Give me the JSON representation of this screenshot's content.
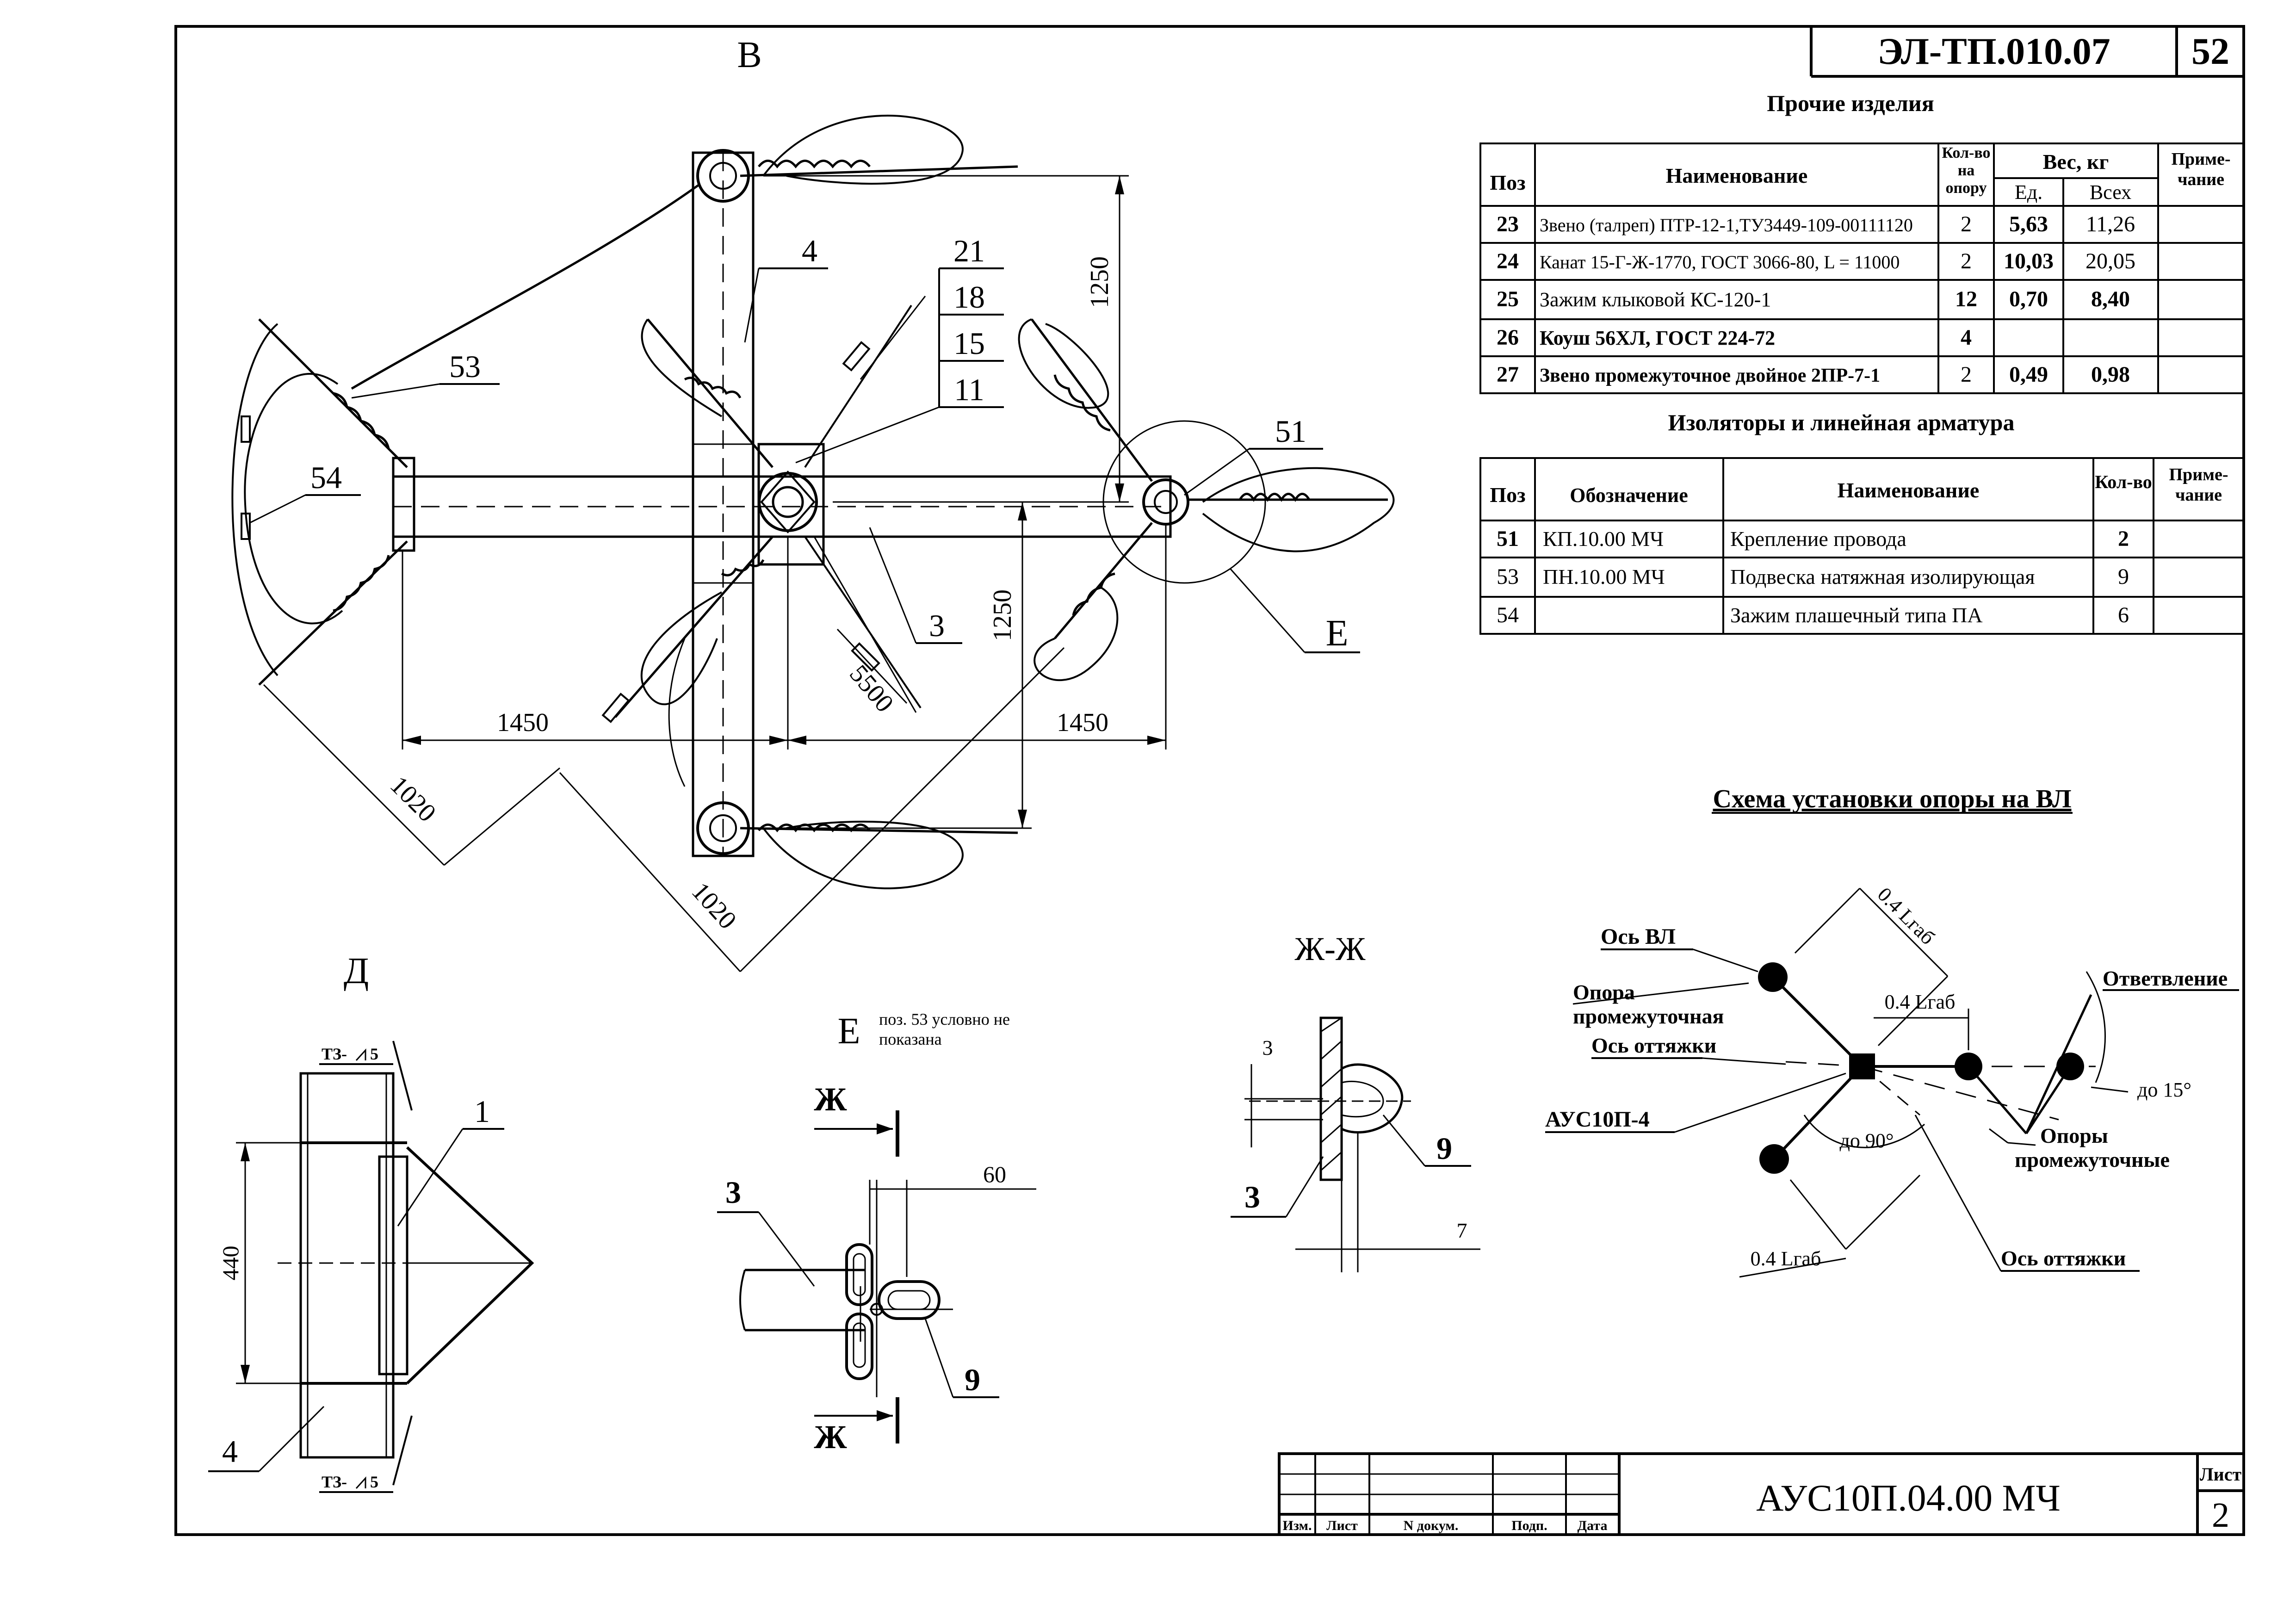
{
  "header": {
    "doc_code": "ЭЛ-ТП.010.07",
    "page_number": "52"
  },
  "view_labels": {
    "plan": "В",
    "detail_d": "Д",
    "detail_e": "Е",
    "section_zh": "Ж-Ж",
    "section_mark_top": "Ж",
    "section_mark_bottom": "Ж",
    "e_note_1": "поз. 53 условно не",
    "e_note_2": "показана"
  },
  "plan_callouts": {
    "c4": "4",
    "c53": "53",
    "c54": "54",
    "c21": "21",
    "c18": "18",
    "c15": "15",
    "c11": "11",
    "c51": "51",
    "c3": "3",
    "cE": "Е"
  },
  "plan_dims": {
    "d1250_top": "1250",
    "d1250_bottom": "1250",
    "d1450_left": "1450",
    "d1450_right": "1450",
    "d5500": "5500",
    "d1020_left": "1020",
    "d1020_bottom": "1020"
  },
  "detail_d": {
    "weld_top": "ТЗ-",
    "weld_top_size": "5",
    "weld_bottom": "ТЗ-",
    "weld_bottom_size": "5",
    "dim_440": "440",
    "callout_1": "1",
    "callout_4": "4"
  },
  "detail_e": {
    "callout_3": "3",
    "callout_9": "9",
    "dim_60": "60"
  },
  "section_zh": {
    "dim_3": "3",
    "dim_7": "7",
    "callout_9": "9",
    "callout_3": "3"
  },
  "table_other": {
    "title": "Прочие изделия",
    "headers": {
      "pos": "Поз",
      "name": "Наименование",
      "qty": "Кол-во на опору",
      "weight": "Вес, кг",
      "unit": "Ед.",
      "total": "Всех",
      "note": "Приме- чание"
    },
    "rows": [
      {
        "pos": "23",
        "name": "Звено (талреп) ПТР-12-1,ТУ3449-109-00111120",
        "qty": "2",
        "unit": "5,63",
        "total": "11,26",
        "note": ""
      },
      {
        "pos": "24",
        "name": "Канат 15-Г-Ж-1770, ГОСТ 3066-80, L = 11000",
        "qty": "2",
        "unit": "10,03",
        "total": "20,05",
        "note": ""
      },
      {
        "pos": "25",
        "name": "Зажим клыковой КС-120-1",
        "qty": "12",
        "unit": "0,70",
        "total": "8,40",
        "note": ""
      },
      {
        "pos": "26",
        "name": "Коуш 56ХЛ, ГОСТ 224-72",
        "qty": "4",
        "unit": "",
        "total": "",
        "note": ""
      },
      {
        "pos": "27",
        "name": "Звено промежуточное двойное 2ПР-7-1",
        "qty": "2",
        "unit": "0,49",
        "total": "0,98",
        "note": ""
      }
    ]
  },
  "table_insulators": {
    "title": "Изоляторы и линейная арматура",
    "headers": {
      "pos": "Поз",
      "designation": "Обозначение",
      "name": "Наименование",
      "qty": "Кол-во",
      "note": "Приме- чание"
    },
    "rows": [
      {
        "pos": "51",
        "designation": "КП.10.00 МЧ",
        "name": "Крепление провода",
        "qty": "2",
        "note": ""
      },
      {
        "pos": "53",
        "designation": "ПН.10.00 МЧ",
        "name": "Подвеска натяжная изолирующая",
        "qty": "9",
        "note": ""
      },
      {
        "pos": "54",
        "designation": "",
        "name": "Зажим плашечный типа ПА",
        "qty": "6",
        "note": ""
      }
    ]
  },
  "scheme": {
    "title": "Схема установки опоры на ВЛ",
    "axis_vl": "Ось ВЛ",
    "support_intermediate_1": "Опора",
    "support_intermediate_2": "промежуточная",
    "guy_axis_left": "Ось оттяжки",
    "aus": "АУС10П-4",
    "dim_top": "0.4 Lгаб",
    "dim_mid": "0.4 Lгаб",
    "dim_bottom": "0.4 Lгаб",
    "branch": "Ответвление",
    "angle_15": "до 15°",
    "angle_90": "до 90°",
    "supports_intermediate_1": "Опоры",
    "supports_intermediate_2": "промежуточные",
    "guy_axis_right": "Ось оттяжки"
  },
  "title_block": {
    "drawing_code": "АУС10П.04.00 МЧ",
    "sheet_label": "Лист",
    "sheet_number": "2",
    "col_izm": "Изм.",
    "col_list": "Лист",
    "col_ndoc": "N докум.",
    "col_sign": "Подп.",
    "col_date": "Дата"
  }
}
